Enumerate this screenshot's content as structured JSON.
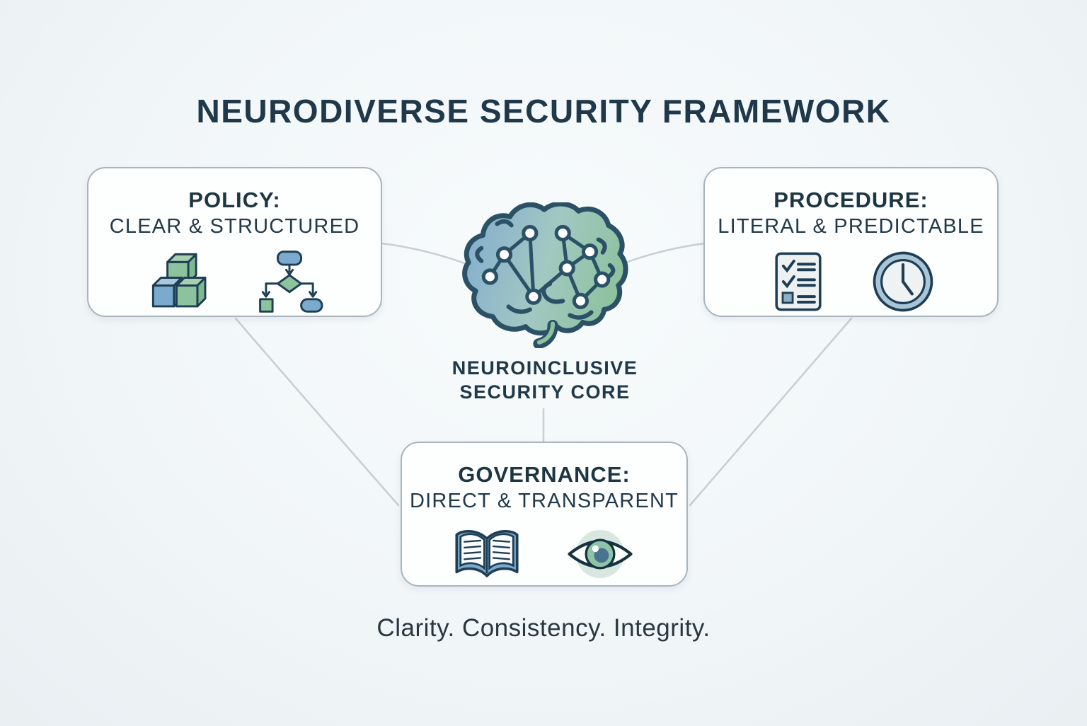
{
  "title": "NEURODIVERSE SECURITY FRAMEWORK",
  "cards": {
    "policy": {
      "title": "POLICY:",
      "subtitle": "CLEAR & STRUCTURED",
      "icons": [
        "building-blocks-icon",
        "flowchart-icon"
      ]
    },
    "procedure": {
      "title": "PROCEDURE:",
      "subtitle": "LITERAL & PREDICTABLE",
      "icons": [
        "checklist-icon",
        "clock-icon"
      ]
    },
    "governance": {
      "title": "GOVERNANCE:",
      "subtitle": "DIRECT & TRANSPARENT",
      "icons": [
        "open-book-icon",
        "eye-icon"
      ]
    }
  },
  "core": {
    "line1": "NEUROINCLUSIVE",
    "line2": "SECURITY CORE",
    "icon": "brain-network-icon"
  },
  "tagline": "Clarity. Consistency. Integrity.",
  "colors": {
    "background": "#f1f6f8",
    "card_fill": "#fdfefe",
    "card_border": "#a9b5bc",
    "heading_text": "#20394a",
    "outline_navy": "#1f3e54",
    "accent_blue": "#7aabce",
    "accent_green": "#8cc29c",
    "connector_gray": "#c6cfd4"
  }
}
